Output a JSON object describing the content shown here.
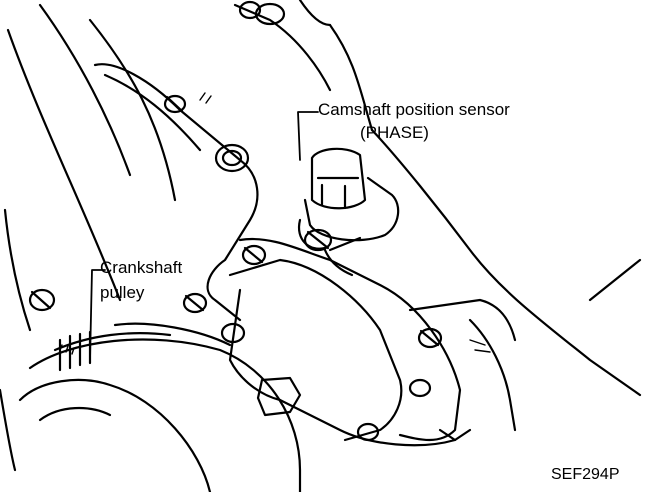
{
  "labels": {
    "camshaft_line1": "Camshaft position sensor",
    "camshaft_line2": "(PHASE)",
    "crankshaft_line1": "Crankshaft",
    "crankshaft_line2": "pulley"
  },
  "figure_code": "SEF294P",
  "colors": {
    "ink": "#000000",
    "paper": "#ffffff"
  }
}
